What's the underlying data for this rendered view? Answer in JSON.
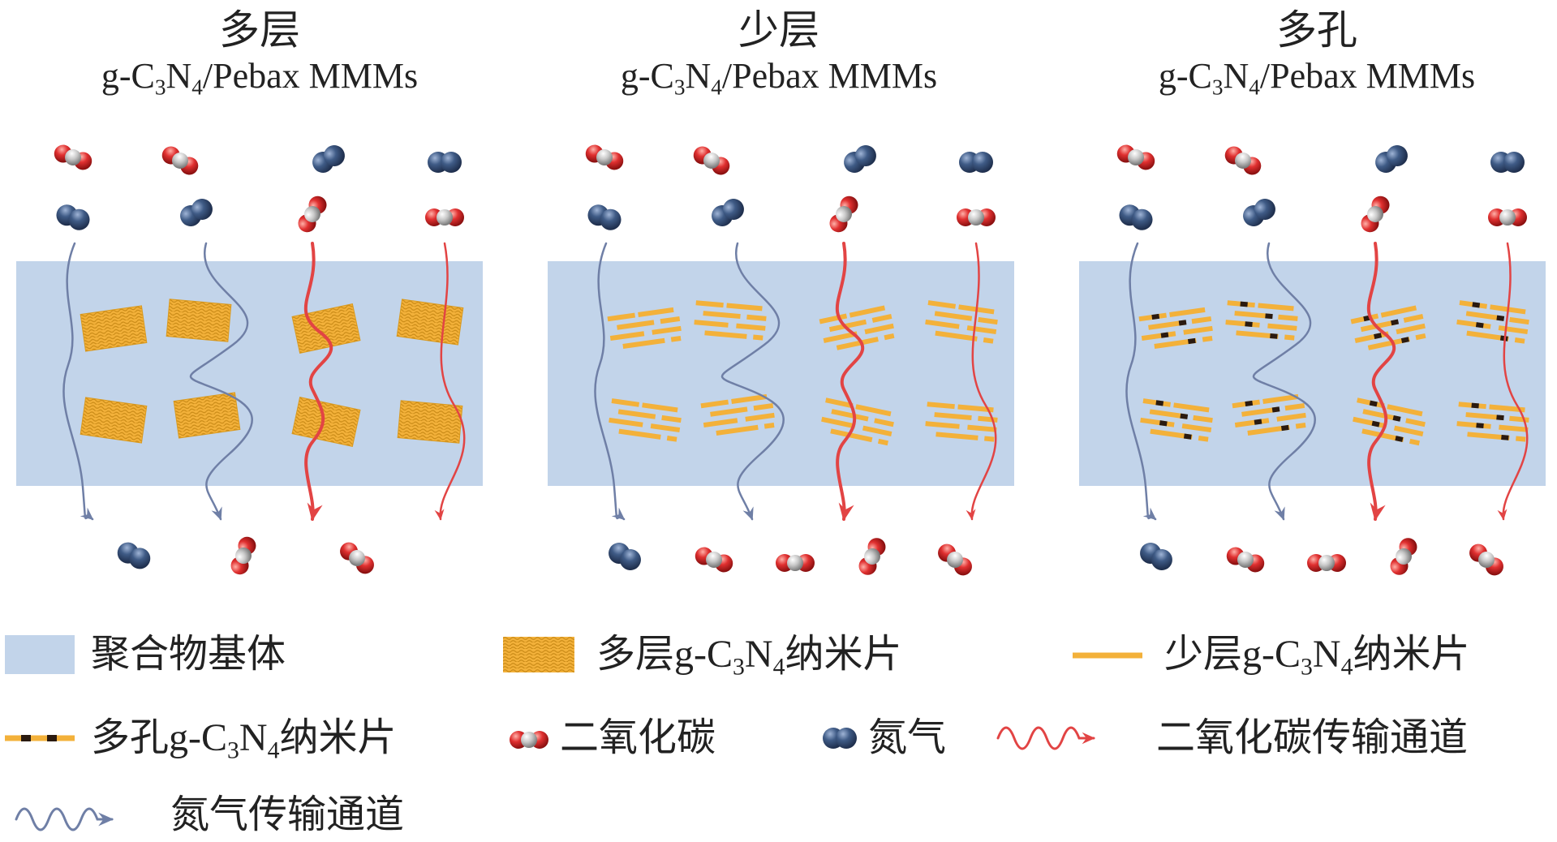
{
  "panels": [
    {
      "title": "多层",
      "formula_prefix": "g-C",
      "sub1": "3",
      "mid": "N",
      "sub2": "4",
      "formula_suffix": "/Pebax MMMs"
    },
    {
      "title": "少层",
      "formula_prefix": "g-C",
      "sub1": "3",
      "mid": "N",
      "sub2": "4",
      "formula_suffix": "/Pebax MMMs"
    },
    {
      "title": "多孔",
      "formula_prefix": "g-C",
      "sub1": "3",
      "mid": "N",
      "sub2": "4",
      "formula_suffix": "/Pebax MMMs"
    }
  ],
  "legend": {
    "polymer_matrix": "聚合物基体",
    "multilayer_prefix": "多层",
    "multilayer_suffix": "纳米片",
    "fewlayer_prefix": "少层",
    "fewlayer_suffix": "纳米片",
    "porous_prefix": "多孔",
    "porous_suffix": "纳米片",
    "formula_prefix": "g-C",
    "formula_sub1": "3",
    "formula_mid": "N",
    "formula_sub2": "4",
    "co2": "二氧化碳",
    "n2": "氮气",
    "co2_channel": "二氧化碳传输通道",
    "n2_channel": "氮气传输通道"
  },
  "colors": {
    "matrix": "#c2d4ea",
    "nanosheet": "#f3b13a",
    "co2_path": "#e24444",
    "n2_path": "#6f7fa6",
    "nitrogen": "#3f5b86",
    "oxygen": "#e03030",
    "carbon": "#c8c8c8",
    "pore": "#2a1a10"
  }
}
